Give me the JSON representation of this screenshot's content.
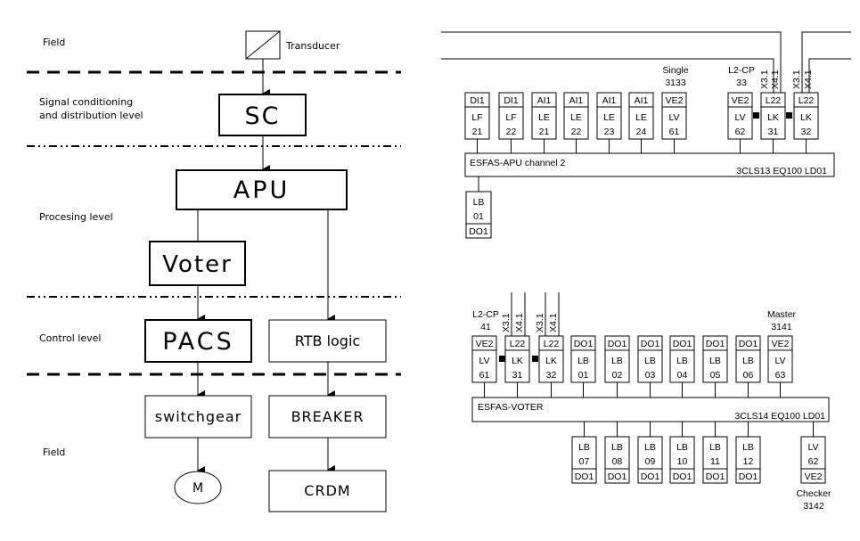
{
  "left": {
    "zones": {
      "field_top": "Field",
      "signal": [
        "Signal conditioning",
        "and distribution level"
      ],
      "processing": "Procesing level",
      "control": "Control level",
      "field_bottom": "Field"
    },
    "transducer_label": "Transducer",
    "blocks": {
      "sc": "SC",
      "apu": "APU",
      "voter": "Voter",
      "pacs": "PACS",
      "rtb": "RTB logic",
      "switchgear": "switchgear",
      "breaker": "BREAKER",
      "motor": "M",
      "crdm": "CRDM"
    }
  },
  "apu_panel": {
    "bus_label": "ESFAS-APU channel 2",
    "bus_id": "3CLS13 EQ100 LD01",
    "single": [
      "Single",
      "3133"
    ],
    "l2cp": [
      "L2-CP",
      "33"
    ],
    "vert_labels": [
      "X3.1",
      "X4.1",
      "X3.1",
      "X4.1"
    ],
    "top_modules": [
      {
        "type": "DI1",
        "l1": "LF",
        "l2": "21"
      },
      {
        "type": "DI1",
        "l1": "LF",
        "l2": "22"
      },
      {
        "type": "AI1",
        "l1": "LE",
        "l2": "21"
      },
      {
        "type": "AI1",
        "l1": "LE",
        "l2": "22"
      },
      {
        "type": "AI1",
        "l1": "LE",
        "l2": "23"
      },
      {
        "type": "AI1",
        "l1": "LE",
        "l2": "24"
      },
      {
        "type": "VE2",
        "l1": "LV",
        "l2": "61"
      },
      {
        "type": "VE2",
        "l1": "LV",
        "l2": "62"
      },
      {
        "type": "L22",
        "l1": "LK",
        "l2": "31"
      },
      {
        "type": "L22",
        "l1": "LK",
        "l2": "32"
      }
    ],
    "bottom_module": {
      "l1": "LB",
      "l2": "01",
      "type": "DO1"
    }
  },
  "voter_panel": {
    "bus_label": "ESFAS-VOTER",
    "bus_id": "3CLS14 EQ100 LD01",
    "l2cp": [
      "L2-CP",
      "41"
    ],
    "master": [
      "Master",
      "3141"
    ],
    "checker": [
      "Checker",
      "3142"
    ],
    "vert_labels": [
      "X3.1",
      "X4.1",
      "X3.1",
      "X4.1"
    ],
    "top_modules": [
      {
        "type": "VE2",
        "l1": "LV",
        "l2": "61"
      },
      {
        "type": "L22",
        "l1": "LK",
        "l2": "31"
      },
      {
        "type": "L22",
        "l1": "LK",
        "l2": "32"
      },
      {
        "type": "DO1",
        "l1": "LB",
        "l2": "01"
      },
      {
        "type": "DO1",
        "l1": "LB",
        "l2": "02"
      },
      {
        "type": "DO1",
        "l1": "LB",
        "l2": "03"
      },
      {
        "type": "DO1",
        "l1": "LB",
        "l2": "04"
      },
      {
        "type": "DO1",
        "l1": "LB",
        "l2": "05"
      },
      {
        "type": "DO1",
        "l1": "LB",
        "l2": "06"
      },
      {
        "type": "VE2",
        "l1": "LV",
        "l2": "63"
      }
    ],
    "bottom_modules": [
      {
        "l1": "LB",
        "l2": "07",
        "type": "DO1"
      },
      {
        "l1": "LB",
        "l2": "08",
        "type": "DO1"
      },
      {
        "l1": "LB",
        "l2": "09",
        "type": "DO1"
      },
      {
        "l1": "LB",
        "l2": "10",
        "type": "DO1"
      },
      {
        "l1": "LB",
        "l2": "11",
        "type": "DO1"
      },
      {
        "l1": "LB",
        "l2": "12",
        "type": "DO1"
      },
      {
        "l1": "LV",
        "l2": "62",
        "type": "VE2"
      }
    ]
  }
}
